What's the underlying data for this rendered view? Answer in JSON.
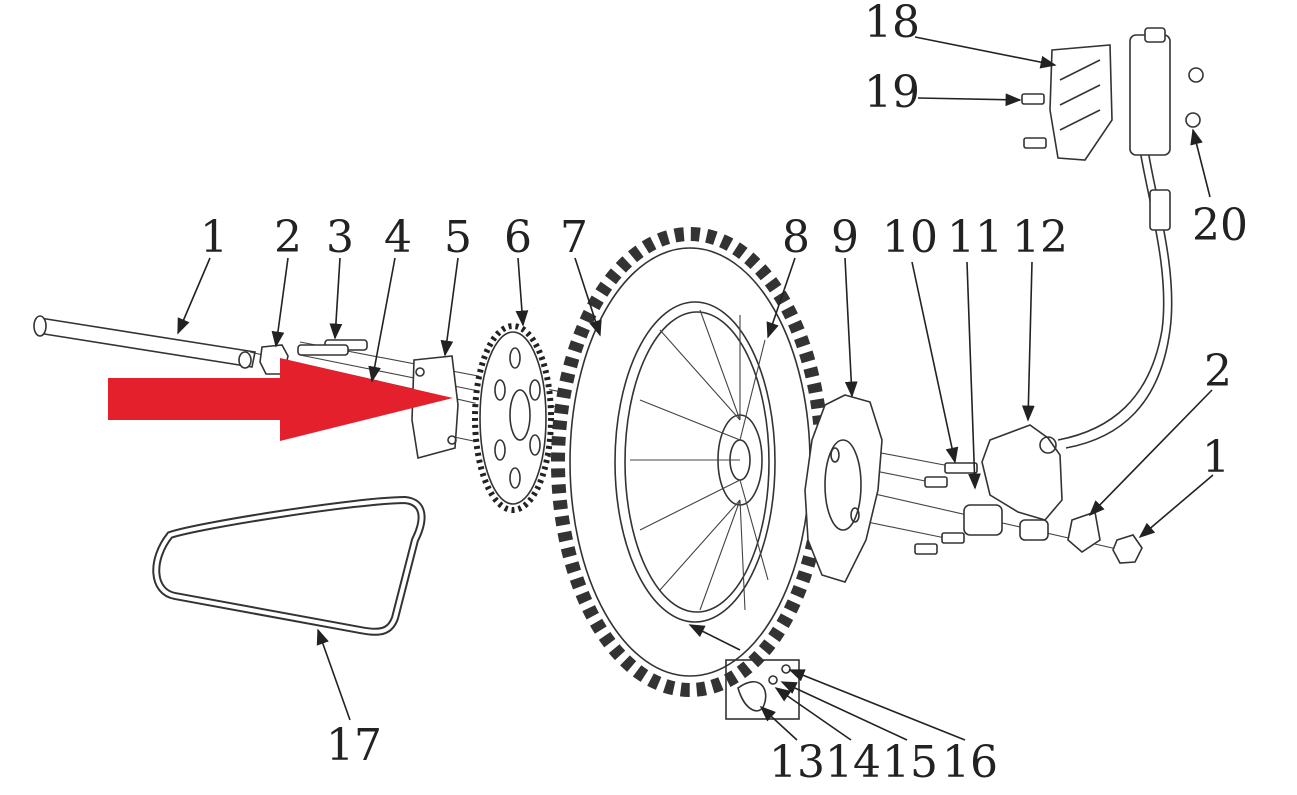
{
  "diagram": {
    "labels": {
      "p1": "1",
      "p2": "2",
      "p3": "3",
      "p4": "4",
      "p5": "5",
      "p6": "6",
      "p7": "7",
      "p8": "8",
      "p9": "9",
      "p10": "10",
      "p11": "11",
      "p12": "12",
      "p13": "13",
      "p14": "14",
      "p15": "15",
      "p16": "16",
      "p17": "17",
      "p18": "18",
      "p19": "19",
      "p20": "20",
      "p2b": "2",
      "p1b": "1"
    },
    "colors": {
      "arrow": "#e3202b",
      "line": "#333333"
    }
  }
}
